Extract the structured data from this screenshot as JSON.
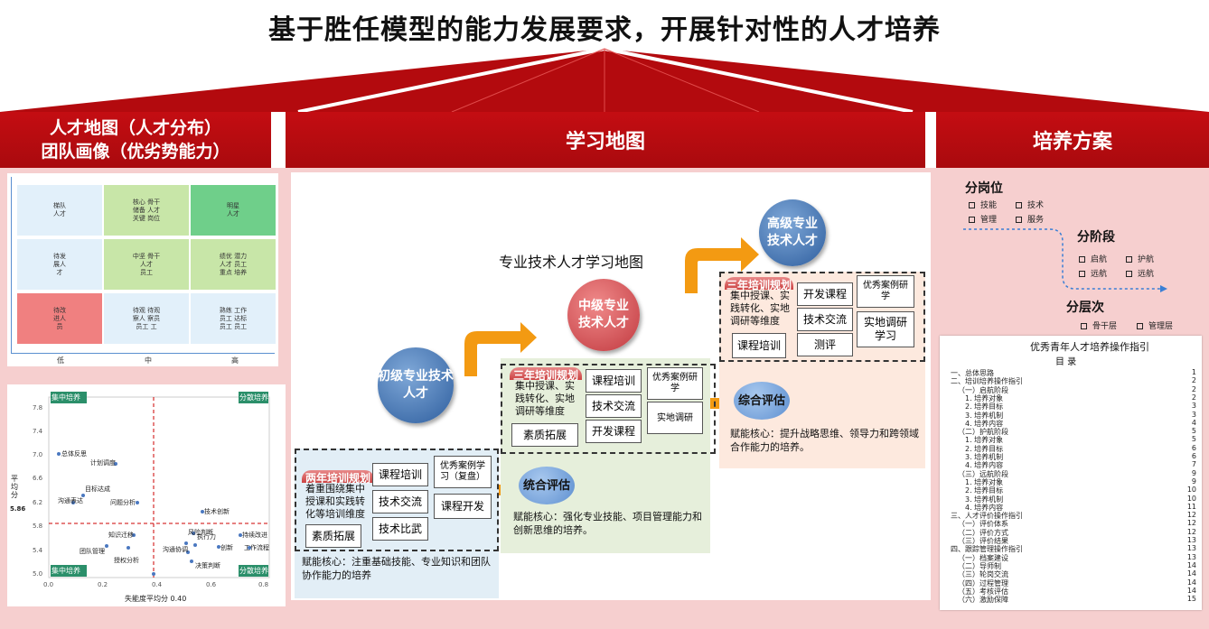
{
  "title": "基于胜任模型的能力发展要求，开展针对性的人才培养",
  "headers": {
    "left_line1": "人才地图（人才分布）",
    "left_line2": "团队画像（优劣势能力）",
    "middle": "学习地图",
    "right": "培养方案"
  },
  "talent_grid": {
    "x_labels": [
      "低",
      "中",
      "高"
    ]
  },
  "scatter": {
    "corner_labels": [
      "集中培养",
      "分散培养",
      "集中培养",
      "分散培养"
    ],
    "y_axis_label": "平均分",
    "y_avg": "5.86",
    "y_ticks": [
      "7.8",
      "7.4",
      "7.0",
      "6.6",
      "6.2",
      "5.8",
      "5.4",
      "5.0"
    ],
    "x_ticks": [
      "0.0",
      "0.2",
      "0.4",
      "0.6",
      "0.8"
    ],
    "x_axis_label": "失能度平均分 0.40",
    "points": [
      "总体反思",
      "计划调度",
      "目标达成",
      "沟通表达",
      "问题分析",
      "知识迁移",
      "团队管理",
      "风险判断",
      "授权分析",
      "沟通协调",
      "技术创新",
      "持续改进",
      "工作流程",
      "创新",
      "决策判断",
      "执行力"
    ]
  },
  "map": {
    "title": "专业技术人才学习地图",
    "levels": {
      "junior": "初级专业技术人才",
      "middle": "中级专业技术人才",
      "senior": "高级专业技术人才"
    },
    "stage1": {
      "ribbon": "两年培训规划",
      "desc": "着重围绕集中授课和实践转化等培训维度",
      "box_quality": "素质拓展",
      "box_course": "课程培训",
      "box_exchange": "技术交流",
      "box_compete": "技术比武",
      "box_case": "优秀案例学习（复盘）",
      "box_dev": "课程开发",
      "core": "赋能核心：注重基础技能、专业知识和团队协作能力的培养"
    },
    "stage2": {
      "ribbon": "三年培训规划",
      "desc": "集中授课、实践转化、实地调研等维度",
      "box_quality": "素质拓展",
      "box_course": "课程培训",
      "box_exchange": "技术交流",
      "box_dev": "开发课程",
      "box_case": "优秀案例研学",
      "box_survey": "实地调研",
      "eval": "统合评估",
      "core": "赋能核心：强化专业技能、项目管理能力和创新思维的培养。"
    },
    "stage3": {
      "ribbon": "三年培训规划",
      "desc": "集中授课、实践转化、实地调研等维度",
      "box_course": "课程培训",
      "box_dev": "开发课程",
      "box_exchange": "技术交流",
      "box_test": "测评",
      "box_case": "优秀案例研学",
      "box_survey": "实地调研学习",
      "eval": "综合评估",
      "core": "赋能核心：提升战略思维、领导力和跨领域合作能力的培养。"
    }
  },
  "plan": {
    "by_post": "分岗位",
    "post_items": [
      "技能",
      "技术",
      "管理",
      "服务"
    ],
    "by_stage": "分阶段",
    "stage_items": [
      "启航",
      "护航",
      "远航",
      "远航"
    ],
    "by_level": "分层次",
    "level_items": [
      "骨干层",
      "管理层"
    ]
  },
  "doc": {
    "title": "优秀青年人才培养操作指引",
    "subtitle": "目  录",
    "toc": [
      {
        "t": "一、总体思路",
        "p": "1"
      },
      {
        "t": "二、培训培养操作指引",
        "p": "2"
      },
      {
        "t": "（一）启航阶段",
        "p": "2"
      },
      {
        "t": "1. 培养对象",
        "p": "2"
      },
      {
        "t": "2. 培养目标",
        "p": "3"
      },
      {
        "t": "3. 培养机制",
        "p": "3"
      },
      {
        "t": "4. 培养内容",
        "p": "4"
      },
      {
        "t": "（二）护航阶段",
        "p": "5"
      },
      {
        "t": "1. 培养对象",
        "p": "5"
      },
      {
        "t": "2. 培养目标",
        "p": "6"
      },
      {
        "t": "3. 培养机制",
        "p": "6"
      },
      {
        "t": "4. 培养内容",
        "p": "7"
      },
      {
        "t": "（三）远航阶段",
        "p": "9"
      },
      {
        "t": "1. 培养对象",
        "p": "9"
      },
      {
        "t": "2. 培养目标",
        "p": "10"
      },
      {
        "t": "3. 培养机制",
        "p": "10"
      },
      {
        "t": "4. 培养内容",
        "p": "11"
      },
      {
        "t": "三、人才评价操作指引",
        "p": "12"
      },
      {
        "t": "（一）评价体系",
        "p": "12"
      },
      {
        "t": "（二）评价方式",
        "p": "12"
      },
      {
        "t": "（三）评价结果",
        "p": "13"
      },
      {
        "t": "四、跟踪管理操作指引",
        "p": "13"
      },
      {
        "t": "（一）档案建设",
        "p": "13"
      },
      {
        "t": "（二）导师制",
        "p": "14"
      },
      {
        "t": "（三）轮岗交流",
        "p": "14"
      },
      {
        "t": "（四）过程管理",
        "p": "14"
      },
      {
        "t": "（五）考核评估",
        "p": "14"
      },
      {
        "t": "（六）激励保障",
        "p": "15"
      }
    ]
  },
  "colors": {
    "red": "#c40d12",
    "pink": "#f6cfcf",
    "orange": "#f39a12",
    "grid_green": "#6fcf8a",
    "grid_lightgreen": "#c8e6a8",
    "grid_lightblue": "#e2f0fa",
    "grid_red": "#f08080"
  }
}
